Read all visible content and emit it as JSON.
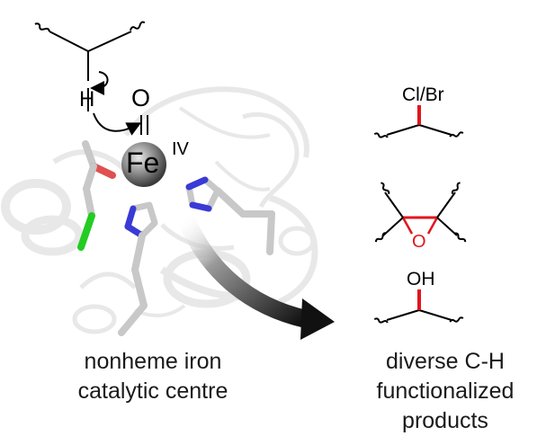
{
  "scheme": {
    "active_site": {
      "oxo_label": "O",
      "metal_label": "Fe",
      "oxidation_state": "IV",
      "hydrogen_label": "H"
    },
    "products": {
      "halogen_label": "Cl/Br",
      "epoxide_label": "O",
      "hydroxyl_label": "OH"
    },
    "captions": {
      "left_line1": "nonheme iron",
      "left_line2": "catalytic centre",
      "right_line1": "diverse C-H",
      "right_line2": "functionalized products"
    }
  },
  "colors": {
    "new_bond": "#e0161c",
    "iron_sphere": "#8a8a8a",
    "nitrogen": "#3a3ad6",
    "oxygen": "#e05050",
    "chlorine": "#22cc22",
    "protein": "#d6d6d6"
  }
}
